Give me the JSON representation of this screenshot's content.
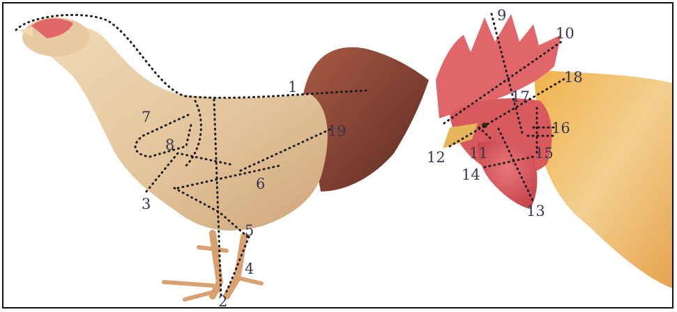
{
  "colors": {
    "frame": "#111111",
    "label_text": "#3a3550",
    "dotted_line": "#1a1a1a",
    "hen_body": "#e4caa3",
    "comb": "#e0666a",
    "tail": "#7a3b2a",
    "hackle": "#e9a94a"
  },
  "figure": {
    "left_subject": "hen-side-view",
    "right_subject": "rooster-head-closeup",
    "line_style": "dotted"
  },
  "labels": {
    "l1": "1",
    "l2": "2",
    "l3": "3",
    "l4": "4",
    "l5": "5",
    "l6": "6",
    "l7": "7",
    "l8": "8",
    "l9": "9",
    "l10": "10",
    "l11": "11",
    "l12": "12",
    "l13": "13",
    "l14": "14",
    "l15": "15",
    "l16": "16",
    "l17": "17",
    "l18": "18",
    "l19": "19"
  }
}
